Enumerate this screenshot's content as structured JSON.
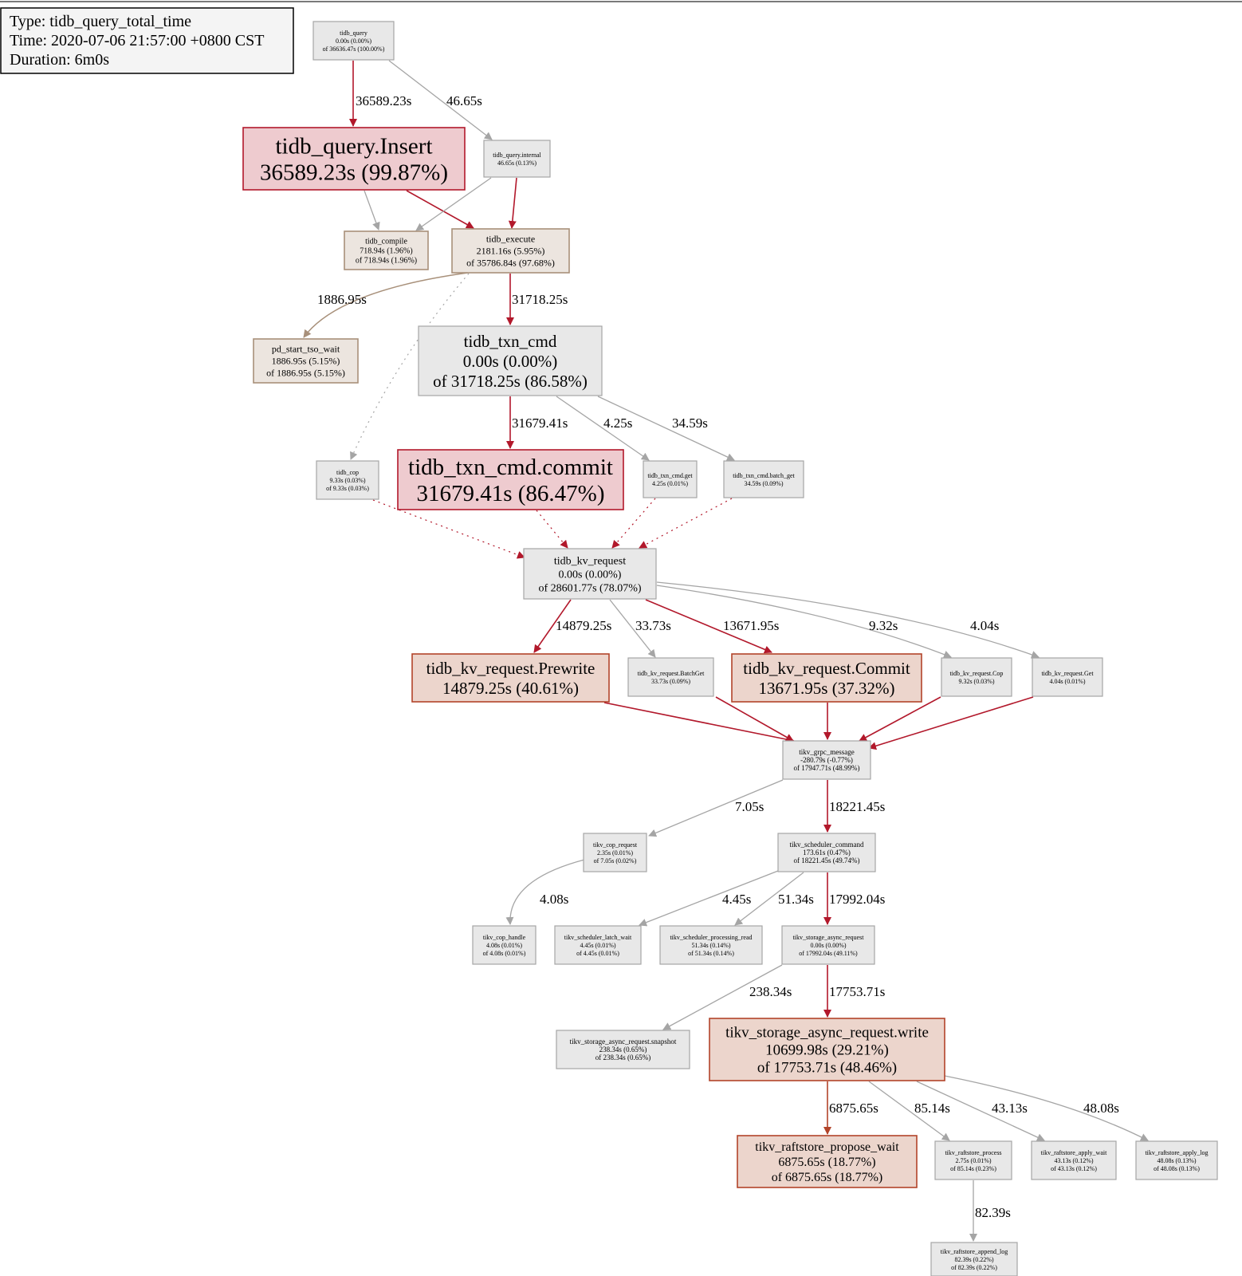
{
  "info": {
    "type": "Type: tidb_query_total_time",
    "time": "Time: 2020-07-06 21:57:00 +0800 CST",
    "duration": "Duration: 6m0s"
  },
  "palette": {
    "red_fill": "#eecbcf",
    "red_stroke": "#b2182b",
    "salmon_fill": "#ecd5cc",
    "salmon_stroke": "#b2442a",
    "tan_fill": "#ece5df",
    "tan_stroke": "#a8907a",
    "grey_fill": "#e8e8e8",
    "grey_stroke": "#a5a5a5",
    "red_edge": "#b2182b",
    "orange_edge": "#b2442a",
    "tan_edge": "#a8907a",
    "grey_edge": "#a5a5a5"
  },
  "nodes": [
    {
      "id": "tidb_query",
      "style": "grey",
      "lines": [
        "tidb_query",
        "0.00s (0.00%)",
        "of 36636.47s (100.00%)"
      ]
    },
    {
      "id": "tidb_query_insert",
      "style": "red",
      "lines": [
        "tidb_query.Insert",
        "36589.23s (99.87%)"
      ]
    },
    {
      "id": "tidb_query_internal",
      "style": "grey",
      "lines": [
        "tidb_query.internal",
        "46.65s (0.13%)"
      ]
    },
    {
      "id": "tidb_compile",
      "style": "tan",
      "lines": [
        "tidb_compile",
        "718.94s (1.96%)",
        "of 718.94s (1.96%)"
      ]
    },
    {
      "id": "tidb_execute",
      "style": "tan",
      "lines": [
        "tidb_execute",
        "2181.16s (5.95%)",
        "of 35786.84s (97.68%)"
      ]
    },
    {
      "id": "pd_start_tso_wait",
      "style": "tan",
      "lines": [
        "pd_start_tso_wait",
        "1886.95s (5.15%)",
        "of 1886.95s (5.15%)"
      ]
    },
    {
      "id": "tidb_txn_cmd",
      "style": "grey",
      "lines": [
        "tidb_txn_cmd",
        "0.00s (0.00%)",
        "of 31718.25s (86.58%)"
      ]
    },
    {
      "id": "tidb_cop",
      "style": "grey",
      "lines": [
        "tidb_cop",
        "9.33s (0.03%)",
        "of 9.33s (0.03%)"
      ]
    },
    {
      "id": "tidb_txn_cmd_commit",
      "style": "red",
      "lines": [
        "tidb_txn_cmd.commit",
        "31679.41s (86.47%)"
      ]
    },
    {
      "id": "tidb_txn_cmd_get",
      "style": "grey",
      "lines": [
        "tidb_txn_cmd.get",
        "4.25s (0.01%)"
      ]
    },
    {
      "id": "tidb_txn_cmd_batch_get",
      "style": "grey",
      "lines": [
        "tidb_txn_cmd.batch_get",
        "34.59s (0.09%)"
      ]
    },
    {
      "id": "tidb_kv_request",
      "style": "grey",
      "lines": [
        "tidb_kv_request",
        "0.00s (0.00%)",
        "of 28601.77s (78.07%)"
      ]
    },
    {
      "id": "tidb_kv_request_prewrite",
      "style": "salmon",
      "lines": [
        "tidb_kv_request.Prewrite",
        "14879.25s (40.61%)"
      ]
    },
    {
      "id": "tidb_kv_request_batchget",
      "style": "grey",
      "lines": [
        "tidb_kv_request.BatchGet",
        "33.73s (0.09%)"
      ]
    },
    {
      "id": "tidb_kv_request_commit",
      "style": "salmon",
      "lines": [
        "tidb_kv_request.Commit",
        "13671.95s (37.32%)"
      ]
    },
    {
      "id": "tidb_kv_request_cop",
      "style": "grey",
      "lines": [
        "tidb_kv_request.Cop",
        "9.32s (0.03%)"
      ]
    },
    {
      "id": "tidb_kv_request_get",
      "style": "grey",
      "lines": [
        "tidb_kv_request.Get",
        "4.04s (0.01%)"
      ]
    },
    {
      "id": "tikv_grpc_message",
      "style": "grey",
      "lines": [
        "tikv_grpc_message",
        "-280.79s (-0.77%)",
        "of 17947.71s (48.99%)"
      ]
    },
    {
      "id": "tikv_cop_request",
      "style": "grey",
      "lines": [
        "tikv_cop_request",
        "2.35s (0.01%)",
        "of 7.05s (0.02%)"
      ]
    },
    {
      "id": "tikv_scheduler_command",
      "style": "grey",
      "lines": [
        "tikv_scheduler_command",
        "173.61s (0.47%)",
        "of 18221.45s (49.74%)"
      ]
    },
    {
      "id": "tikv_cop_handle",
      "style": "grey",
      "lines": [
        "tikv_cop_handle",
        "4.08s (0.01%)",
        "of 4.08s (0.01%)"
      ]
    },
    {
      "id": "tikv_scheduler_latch_wait",
      "style": "grey",
      "lines": [
        "tikv_scheduler_latch_wait",
        "4.45s (0.01%)",
        "of 4.45s (0.01%)"
      ]
    },
    {
      "id": "tikv_scheduler_processing_read",
      "style": "grey",
      "lines": [
        "tikv_scheduler_processing_read",
        "51.34s (0.14%)",
        "of 51.34s (0.14%)"
      ]
    },
    {
      "id": "tikv_storage_async_request",
      "style": "grey",
      "lines": [
        "tikv_storage_async_request",
        "0.00s (0.00%)",
        "of 17992.04s (49.11%)"
      ]
    },
    {
      "id": "tikv_storage_async_request_snapshot",
      "style": "grey",
      "lines": [
        "tikv_storage_async_request.snapshot",
        "238.34s (0.65%)",
        "of 238.34s (0.65%)"
      ]
    },
    {
      "id": "tikv_storage_async_request_write",
      "style": "salmon",
      "lines": [
        "tikv_storage_async_request.write",
        "10699.98s (29.21%)",
        "of 17753.71s (48.46%)"
      ]
    },
    {
      "id": "tikv_raftstore_propose_wait",
      "style": "salmon",
      "lines": [
        "tikv_raftstore_propose_wait",
        "6875.65s (18.77%)",
        "of 6875.65s (18.77%)"
      ]
    },
    {
      "id": "tikv_raftstore_process",
      "style": "grey",
      "lines": [
        "tikv_raftstore_process",
        "2.75s (0.01%)",
        "of 85.14s (0.23%)"
      ]
    },
    {
      "id": "tikv_raftstore_apply_wait",
      "style": "grey",
      "lines": [
        "tikv_raftstore_apply_wait",
        "43.13s (0.12%)",
        "of 43.13s (0.12%)"
      ]
    },
    {
      "id": "tikv_raftstore_apply_log",
      "style": "grey",
      "lines": [
        "tikv_raftstore_apply_log",
        "48.08s (0.13%)",
        "of 48.08s (0.13%)"
      ]
    },
    {
      "id": "tikv_raftstore_append_log",
      "style": "grey",
      "lines": [
        "tikv_raftstore_append_log",
        "82.39s (0.22%)",
        "of 82.39s (0.22%)"
      ]
    }
  ],
  "edges": [
    {
      "id": "e_query_insert",
      "from": "tidb_query",
      "to": "tidb_query_insert",
      "label": "36589.23s",
      "style": "red"
    },
    {
      "id": "e_query_internal",
      "from": "tidb_query",
      "to": "tidb_query_internal",
      "label": "46.65s",
      "style": "grey"
    },
    {
      "id": "e_insert_compile",
      "from": "tidb_query_insert",
      "to": "tidb_compile",
      "label": "",
      "style": "grey"
    },
    {
      "id": "e_insert_execute",
      "from": "tidb_query_insert",
      "to": "tidb_execute",
      "label": "",
      "style": "red"
    },
    {
      "id": "e_internal_compile",
      "from": "tidb_query_internal",
      "to": "tidb_compile",
      "label": "",
      "style": "grey"
    },
    {
      "id": "e_internal_execute",
      "from": "tidb_query_internal",
      "to": "tidb_execute",
      "label": "",
      "style": "red"
    },
    {
      "id": "e_execute_tso",
      "from": "tidb_execute",
      "to": "pd_start_tso_wait",
      "label": "1886.95s",
      "style": "tan"
    },
    {
      "id": "e_execute_txn",
      "from": "tidb_execute",
      "to": "tidb_txn_cmd",
      "label": "31718.25s",
      "style": "red"
    },
    {
      "id": "e_execute_cop",
      "from": "tidb_execute",
      "to": "tidb_cop",
      "label": "",
      "style": "grey-dotted"
    },
    {
      "id": "e_txn_commit",
      "from": "tidb_txn_cmd",
      "to": "tidb_txn_cmd_commit",
      "label": "31679.41s",
      "style": "red"
    },
    {
      "id": "e_txn_get",
      "from": "tidb_txn_cmd",
      "to": "tidb_txn_cmd_get",
      "label": "4.25s",
      "style": "grey"
    },
    {
      "id": "e_txn_batch_get",
      "from": "tidb_txn_cmd",
      "to": "tidb_txn_cmd_batch_get",
      "label": "34.59s",
      "style": "grey"
    },
    {
      "id": "e_cop_kv",
      "from": "tidb_cop",
      "to": "tidb_kv_request",
      "label": "",
      "style": "red-dotted"
    },
    {
      "id": "e_commit_kv",
      "from": "tidb_txn_cmd_commit",
      "to": "tidb_kv_request",
      "label": "",
      "style": "red-dotted"
    },
    {
      "id": "e_get_kv",
      "from": "tidb_txn_cmd_get",
      "to": "tidb_kv_request",
      "label": "",
      "style": "red-dotted"
    },
    {
      "id": "e_batch_get_kv",
      "from": "tidb_txn_cmd_batch_get",
      "to": "tidb_kv_request",
      "label": "",
      "style": "red-dotted"
    },
    {
      "id": "e_kv_prewrite",
      "from": "tidb_kv_request",
      "to": "tidb_kv_request_prewrite",
      "label": "14879.25s",
      "style": "red"
    },
    {
      "id": "e_kv_batchget",
      "from": "tidb_kv_request",
      "to": "tidb_kv_request_batchget",
      "label": "33.73s",
      "style": "grey"
    },
    {
      "id": "e_kv_commit",
      "from": "tidb_kv_request",
      "to": "tidb_kv_request_commit",
      "label": "13671.95s",
      "style": "red"
    },
    {
      "id": "e_kv_cop",
      "from": "tidb_kv_request",
      "to": "tidb_kv_request_cop",
      "label": "9.32s",
      "style": "grey"
    },
    {
      "id": "e_kv_get",
      "from": "tidb_kv_request",
      "to": "tidb_kv_request_get",
      "label": "4.04s",
      "style": "grey"
    },
    {
      "id": "e_prewrite_grpc",
      "from": "tidb_kv_request_prewrite",
      "to": "tikv_grpc_message",
      "label": "",
      "style": "red"
    },
    {
      "id": "e_batchget_grpc",
      "from": "tidb_kv_request_batchget",
      "to": "tikv_grpc_message",
      "label": "",
      "style": "red"
    },
    {
      "id": "e_commit_grpc",
      "from": "tidb_kv_request_commit",
      "to": "tikv_grpc_message",
      "label": "",
      "style": "red"
    },
    {
      "id": "e_cop_grpc",
      "from": "tidb_kv_request_cop",
      "to": "tikv_grpc_message",
      "label": "",
      "style": "red"
    },
    {
      "id": "e_get_grpc",
      "from": "tidb_kv_request_get",
      "to": "tikv_grpc_message",
      "label": "",
      "style": "red"
    },
    {
      "id": "e_grpc_cop_request",
      "from": "tikv_grpc_message",
      "to": "tikv_cop_request",
      "label": "7.05s",
      "style": "grey"
    },
    {
      "id": "e_grpc_scheduler",
      "from": "tikv_grpc_message",
      "to": "tikv_scheduler_command",
      "label": "18221.45s",
      "style": "red"
    },
    {
      "id": "e_cop_request_handle",
      "from": "tikv_cop_request",
      "to": "tikv_cop_handle",
      "label": "4.08s",
      "style": "grey"
    },
    {
      "id": "e_sched_latch",
      "from": "tikv_scheduler_command",
      "to": "tikv_scheduler_latch_wait",
      "label": "4.45s",
      "style": "grey"
    },
    {
      "id": "e_sched_read",
      "from": "tikv_scheduler_command",
      "to": "tikv_scheduler_processing_read",
      "label": "51.34s",
      "style": "grey"
    },
    {
      "id": "e_sched_storage",
      "from": "tikv_scheduler_command",
      "to": "tikv_storage_async_request",
      "label": "17992.04s",
      "style": "red"
    },
    {
      "id": "e_storage_snapshot",
      "from": "tikv_storage_async_request",
      "to": "tikv_storage_async_request_snapshot",
      "label": "238.34s",
      "style": "grey"
    },
    {
      "id": "e_storage_write",
      "from": "tikv_storage_async_request",
      "to": "tikv_storage_async_request_write",
      "label": "17753.71s",
      "style": "red"
    },
    {
      "id": "e_write_propose",
      "from": "tikv_storage_async_request_write",
      "to": "tikv_raftstore_propose_wait",
      "label": "6875.65s",
      "style": "orange"
    },
    {
      "id": "e_write_process",
      "from": "tikv_storage_async_request_write",
      "to": "tikv_raftstore_process",
      "label": "85.14s",
      "style": "grey"
    },
    {
      "id": "e_write_apply_wait",
      "from": "tikv_storage_async_request_write",
      "to": "tikv_raftstore_apply_wait",
      "label": "43.13s",
      "style": "grey"
    },
    {
      "id": "e_write_apply_log",
      "from": "tikv_storage_async_request_write",
      "to": "tikv_raftstore_apply_log",
      "label": "48.08s",
      "style": "grey"
    },
    {
      "id": "e_process_append",
      "from": "tikv_raftstore_process",
      "to": "tikv_raftstore_append_log",
      "label": "82.39s",
      "style": "grey"
    }
  ]
}
